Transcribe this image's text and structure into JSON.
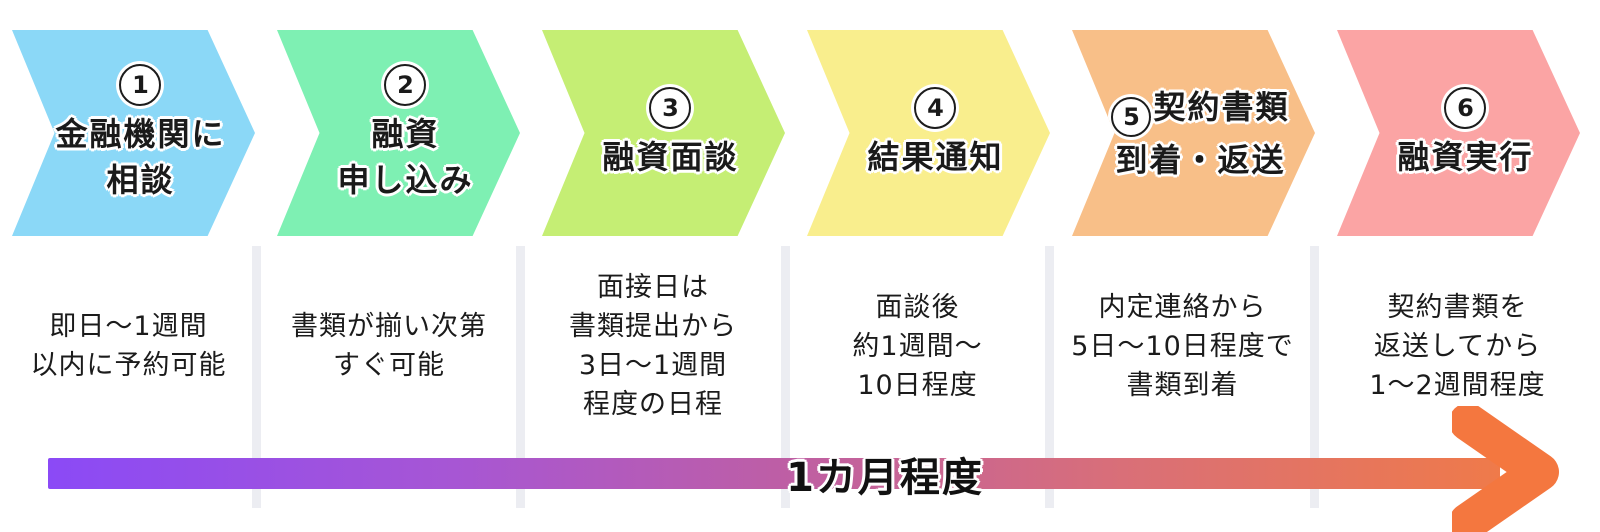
{
  "steps": [
    {
      "number": "1",
      "title": "金融機関に\n相談",
      "description": "即日〜1週間\n以内に予約可能",
      "color": "#8bd8f7"
    },
    {
      "number": "2",
      "title": "融資\n申し込み",
      "description": "書類が揃い次第\nすぐ可能",
      "color": "#7ef0b3"
    },
    {
      "number": "3",
      "title": "融資面談",
      "description": "面接日は\n書類提出から\n3日〜1週間\n程度の日程",
      "color": "#c5ee74"
    },
    {
      "number": "4",
      "title": "結果通知",
      "description": "面談後\n約1週間〜\n10日程度",
      "color": "#f9ee8d"
    },
    {
      "number": "5",
      "title": "契約書類\n到着・返送",
      "description": "内定連絡から\n5日〜10日程度で\n書類到着",
      "color": "#f8bf88"
    },
    {
      "number": "6",
      "title": "融資実行",
      "description": "契約書類を\n返送してから\n1〜2週間程度",
      "color": "#fba4a4"
    }
  ],
  "timeline": {
    "label": "1カ月程度",
    "gradient_css": "linear-gradient(90deg, #8b4af6 0%, #a756d4 28%, #bf5fa2 52%, #d96f78 74%, #ef7a4a 100%)",
    "gradient_stops": [
      "#8b4af6",
      "#a756d4",
      "#bf5fa2",
      "#d96f78",
      "#ef7a4a"
    ],
    "arrowhead_color": "#f4773f"
  },
  "divider_color": "#ecedf2"
}
